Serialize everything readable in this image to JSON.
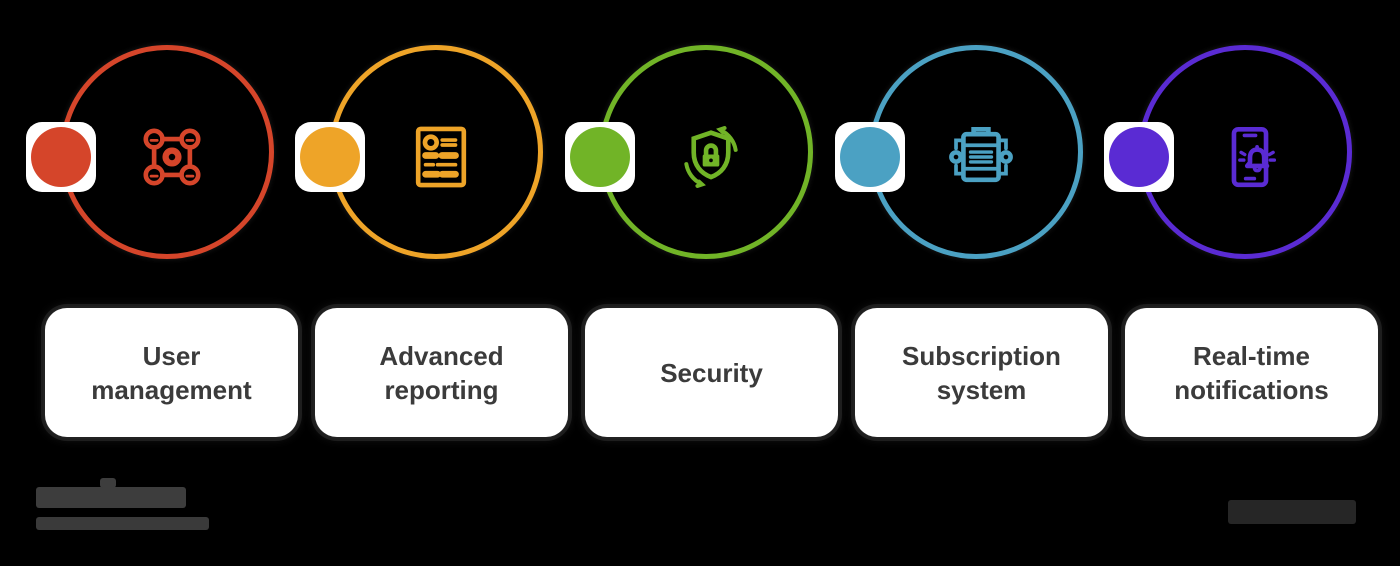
{
  "canvas": {
    "background": "#000000"
  },
  "items": [
    {
      "label": "User management",
      "color": "#d5452a",
      "icon": "user-network-icon"
    },
    {
      "label": "Advanced reporting",
      "color": "#eea428",
      "icon": "report-document-icon"
    },
    {
      "label": "Security",
      "color": "#71b427",
      "icon": "shield-lock-icon"
    },
    {
      "label": "Subscription system",
      "color": "#4ba1c3",
      "icon": "subscription-box-icon"
    },
    {
      "label": "Real-time notifications",
      "color": "#5a2bd3",
      "icon": "phone-notification-icon"
    }
  ],
  "label_style": {
    "background": "#ffffff",
    "text_color": "#3b3b3b"
  },
  "watermarks": {
    "bottom_left": {
      "legible": false,
      "lines": 2,
      "color": "#3d3d3d"
    },
    "bottom_right": {
      "legible": false,
      "lines": 1,
      "color": "#262626"
    }
  }
}
